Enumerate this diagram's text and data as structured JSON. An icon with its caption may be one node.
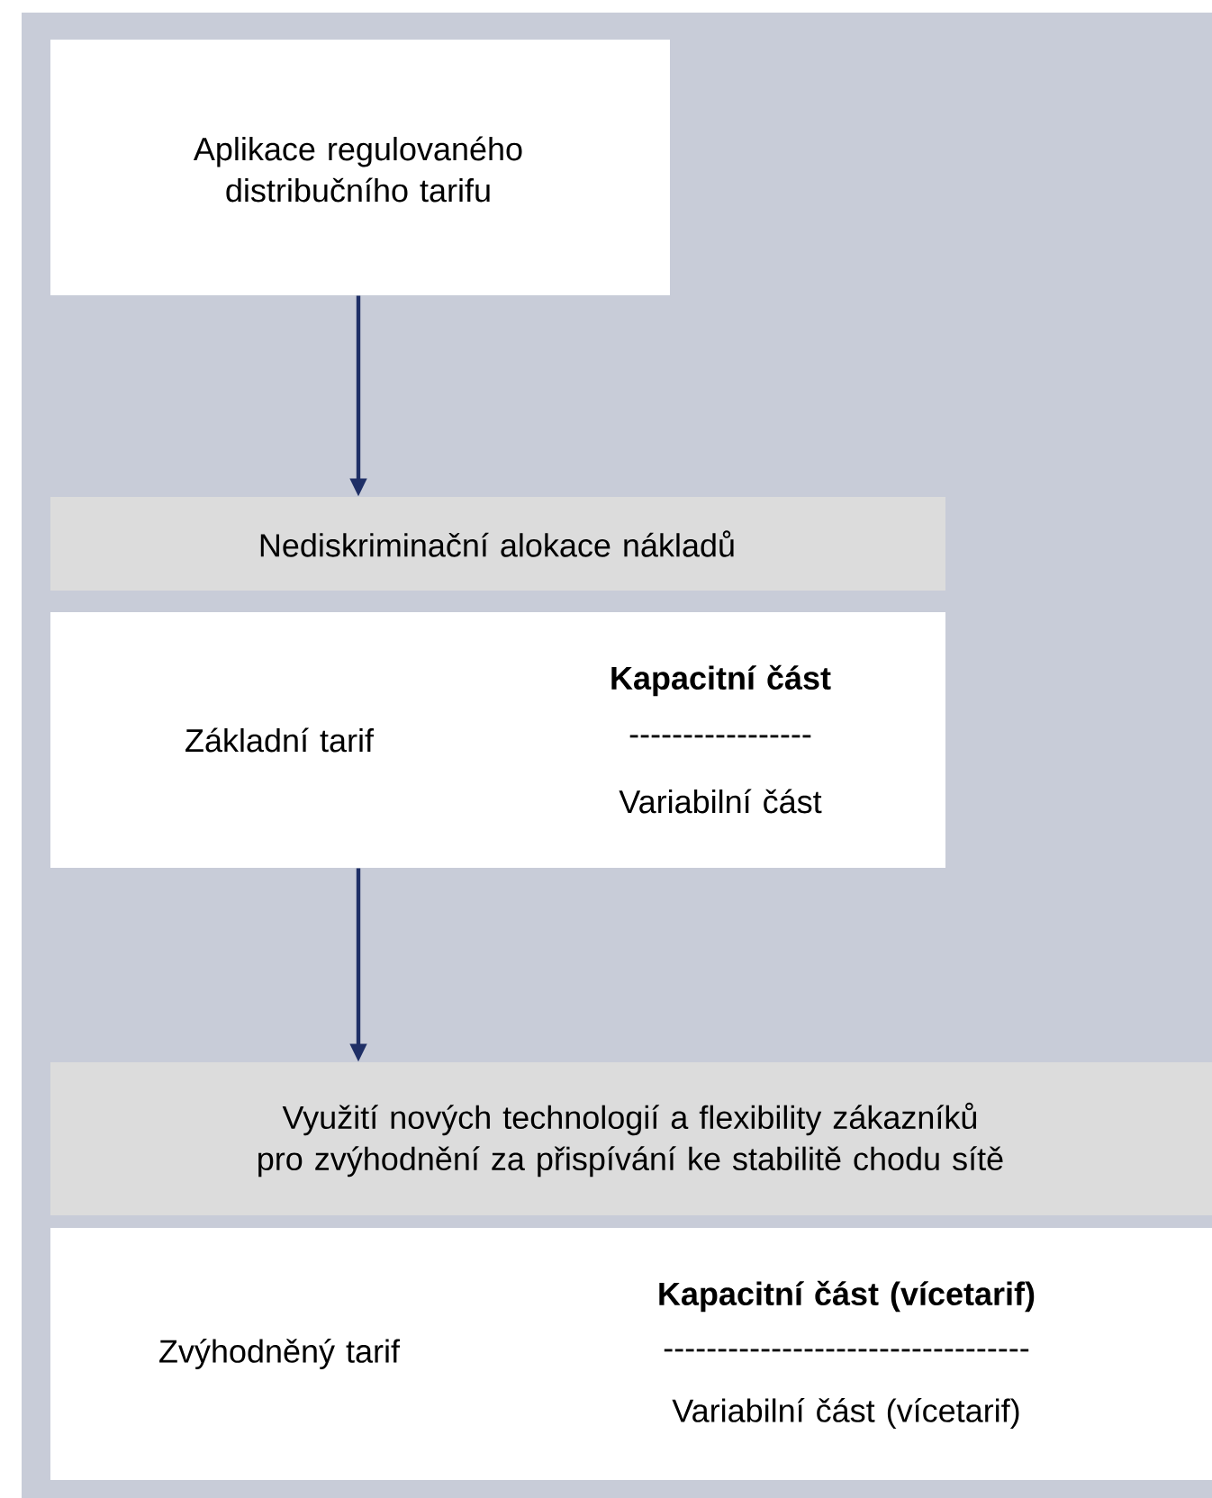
{
  "diagram": {
    "nodes": [
      {
        "text": [
          "Aplikace regulovaného distribučního tarifu"
        ]
      },
      {
        "text": [
          "Nediskriminační alokace nákladů"
        ]
      },
      {
        "text": [
          "Základní tarif",
          "Kapacitní část",
          "-----------------",
          "Variabilní část"
        ]
      },
      {
        "text": [
          "Využití nových technologií a flexibility zákazníků pro zvýhodnění za přispívání ke stabilitě chodu sítě"
        ]
      },
      {
        "text": [
          "Zvýhodněný tarif",
          "Kapacitní část (vícetarif)",
          "----------------------------------",
          "Variabilní část (vícetarif)"
        ]
      }
    ],
    "edges": [
      {
        "from": 0,
        "to": 1,
        "arrow": "to"
      },
      {
        "from": 2,
        "to": 3,
        "arrow": "to"
      }
    ]
  }
}
